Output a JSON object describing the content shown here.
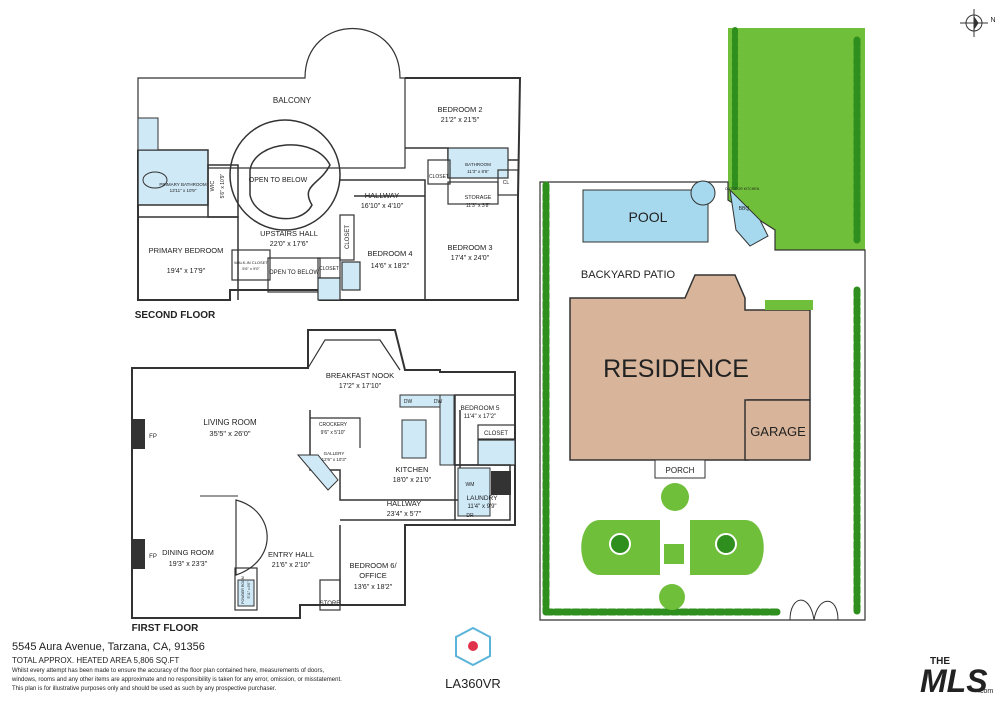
{
  "second_floor": {
    "title": "SECOND FLOOR",
    "rooms": {
      "balcony": "BALCONY",
      "bedroom2": "BEDROOM 2",
      "bedroom2_dim": "21'2\" x 21'5\"",
      "bathroom": "BATHROOM",
      "bathroom_dim": "11'3\" x 8'6\"",
      "closet_a": "CLOSET",
      "cl": "CL",
      "storage": "STORAGE",
      "storage_dim": "11'3\" x 3'8\"",
      "primary_bath": "PRIMARY BATHROOM",
      "primary_bath_dim": "13'11\" x 10'9\"",
      "wic": "WIC",
      "wic_dim": "5'6\" x 10'9\"",
      "open_below_1": "OPEN TO BELOW",
      "hallway": "HALLWAY",
      "hallway_dim": "16'10\" x 4'10\"",
      "upstairs_hall": "UPSTAIRS HALL",
      "upstairs_hall_dim": "22'0\" x 17'6\"",
      "primary_bedroom": "PRIMARY BEDROOM",
      "primary_bedroom_dim": "19'4\" x 17'9\"",
      "walkin_closet": "WALK-IN CLOSET",
      "walkin_closet_dim": "5'6\" x 9'0\"",
      "open_below_2": "OPEN TO BELOW",
      "closet_b": "CLOSET",
      "closet_c": "CLOSET",
      "bedroom4": "BEDROOM 4",
      "bedroom4_dim": "14'6\" x 18'2\"",
      "bedroom3": "BEDROOM 3",
      "bedroom3_dim": "17'4\" x 24'0\""
    }
  },
  "first_floor": {
    "title": "FIRST FLOOR",
    "rooms": {
      "breakfast": "BREAKFAST NOOK",
      "breakfast_dim": "17'2\" x 17'10\"",
      "living": "LIVING ROOM",
      "living_dim": "35'5\" x 26'0\"",
      "fp1": "FP",
      "fp2": "FP",
      "crockery": "CROCKERY",
      "crockery_dim": "9'6\" x 5'10\"",
      "gallery": "GALLERY",
      "gallery_dim": "12'6\" x 10'3\"",
      "dw1": "DW",
      "dw2": "DW",
      "kitchen": "KITCHEN",
      "kitchen_dim": "18'0\" x 21'0\"",
      "bedroom5": "BEDROOM 5",
      "bedroom5_dim": "11'4\" x 17'2\"",
      "closet": "CLOSET",
      "wm": "WM",
      "dr": "DR",
      "laundry": "LAUNDRY",
      "laundry_dim": "11'4\" x 9'9\"",
      "hallway": "HALLWAY",
      "hallway_dim": "23'4\" x 5'7\"",
      "dining": "DINING ROOM",
      "dining_dim": "19'3\" x 23'3\"",
      "entry": "ENTRY HALL",
      "entry_dim": "21'6\" x 2'10\"",
      "powder": "POWDER ROOM",
      "powder_dim": "5'11\" x 6'0\"",
      "store": "STORE",
      "bedroom6": "BEDROOM 6/",
      "bedroom6b": "OFFICE",
      "bedroom6_dim": "13'6\" x 18'2\""
    }
  },
  "site": {
    "pool": "POOL",
    "bbq": "BBQ",
    "outdoor_kitchen": "OUTDOOR KITCHEN",
    "patio": "BACKYARD PATIO",
    "residence": "RESIDENCE",
    "garage": "GARAGE",
    "porch": "PORCH",
    "north": "N"
  },
  "colors": {
    "lawn": "#6fbf3a",
    "hedge": "#2f8f1e",
    "residence": "#d7b49a",
    "pool": "#a6d8ee",
    "bath_fill": "#cfe9f7",
    "wall": "#333333"
  },
  "footer": {
    "address": "5545 Aura Avenue, Tarzana, CA, 91356",
    "area": "TOTAL APPROX. HEATED AREA 5,806 SQ.FT",
    "disclaimer1": "Whilst every attempt has been made to ensure the accuracy of the floor plan contained here, measurements of doors,",
    "disclaimer2": "windows, rooms and any other items are approximate and no responsibility is taken for any error, omission, or misstatement.",
    "disclaimer3": "This plan is for illustrative purposes only and should be used as such by any prospective purchaser."
  },
  "logos": {
    "la360": "LA360VR",
    "mls_the": "THE",
    "mls": "MLS",
    "mls_com": ".com"
  }
}
